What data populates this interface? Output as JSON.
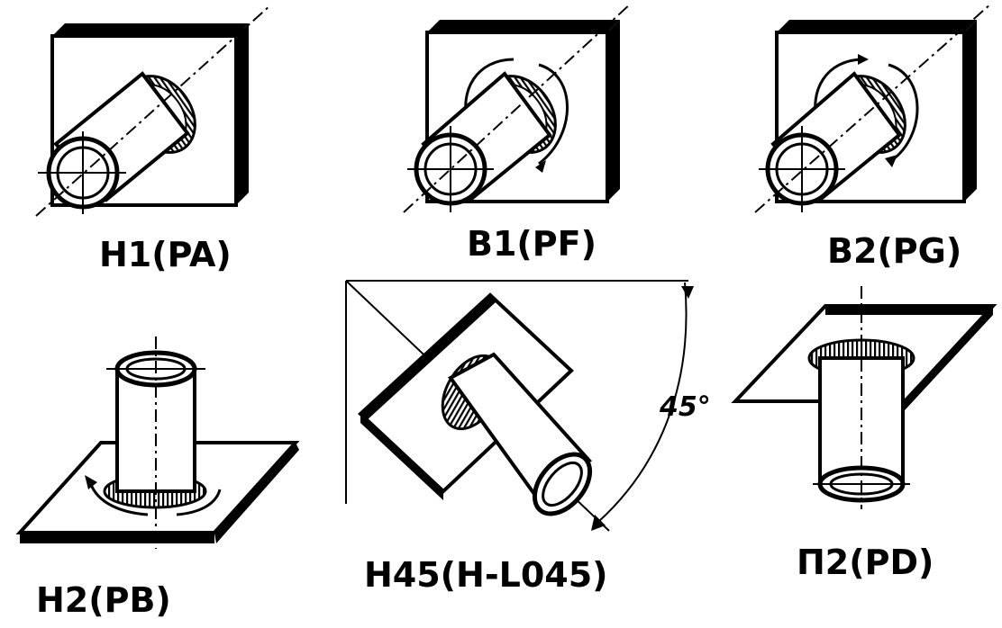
{
  "positions": [
    {
      "id": "h1",
      "label": "H1(PA)"
    },
    {
      "id": "b1",
      "label": "B1(PF)"
    },
    {
      "id": "b2",
      "label": "B2(PG)"
    },
    {
      "id": "h2",
      "label": "H2(PB)"
    },
    {
      "id": "h45",
      "label": "H45(H-L045)",
      "angle_label": "45°"
    },
    {
      "id": "p2",
      "label": "П2(PD)"
    }
  ],
  "colors": {
    "ink": "#000000",
    "paper": "#ffffff"
  }
}
